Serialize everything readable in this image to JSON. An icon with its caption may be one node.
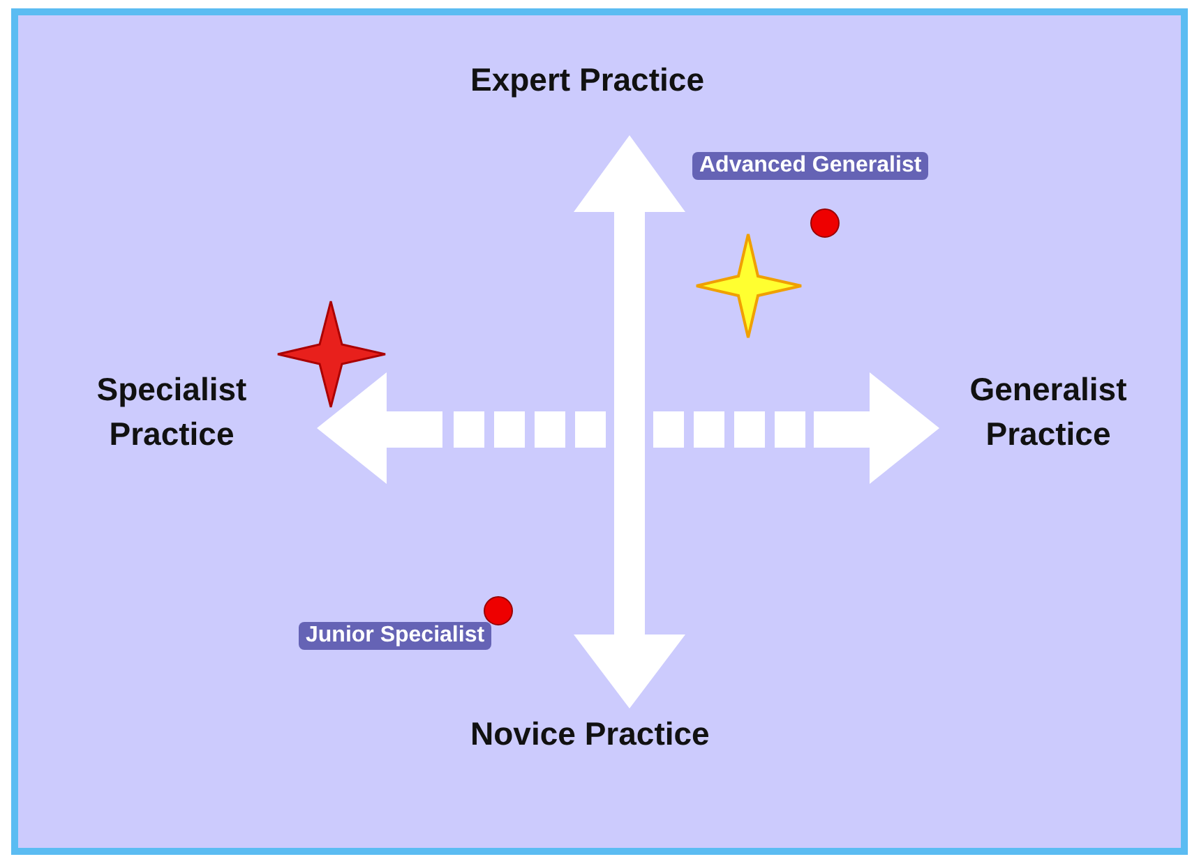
{
  "diagram": {
    "labels": [
      "Expert Practice",
      "Advanced Generalist",
      "Specialist Practice",
      "Generalist Practice",
      "Junior Specialist",
      "Novice Practice"
    ]
  }
}
